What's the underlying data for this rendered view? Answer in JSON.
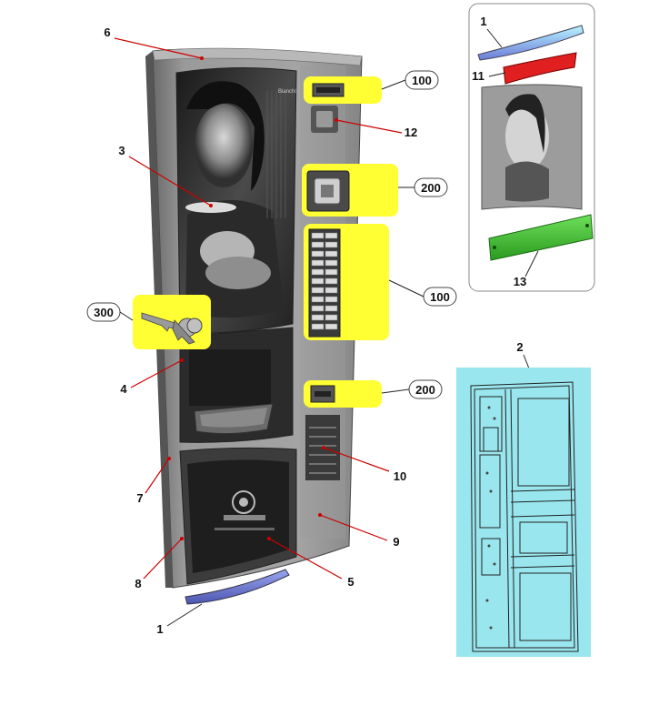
{
  "diagram": {
    "part_labels": {
      "top_cap_main": "6",
      "poster": "3",
      "key_hole": "4",
      "side_edge": "7",
      "lower_panel": "8",
      "lower_window": "5",
      "body_panel": "9",
      "instruction_label": "10",
      "coin_slot": "12",
      "bottom_cap_main": "1",
      "frame": "2",
      "top_cap_inset": "1",
      "top_trim_inset": "11",
      "bottom_bracket_inset": "13"
    },
    "kit_codes": {
      "display_window": "100",
      "coin_insert": "200",
      "selection_buttons": "100",
      "key": "300",
      "change_return": "200"
    },
    "colors": {
      "callout_fill": "#ffff33",
      "frame_background": "#99e6ee",
      "leader_red": "#cc0000",
      "cap_blue": "#7a86d8",
      "trim_red": "#e02020",
      "bracket_green": "#44cc33"
    }
  }
}
